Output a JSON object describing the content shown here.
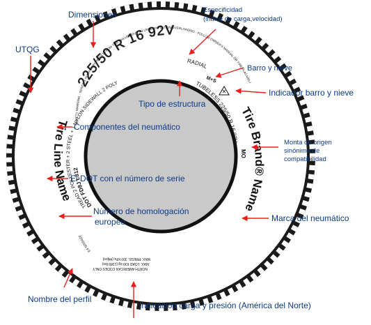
{
  "labels": {
    "dimensiones": "Dimensiones",
    "especificidad_1": "Especificidad",
    "especificidad_2": "(indice de carga,velocidad)",
    "utqg": "UTQG",
    "barro_nieve": "Barro y nieve",
    "tipo_estructura": "Tipo de estructura",
    "indicador_barro": "Indicador barro y nieve",
    "componentes": "Componentes del neumático",
    "monta_1": "Monta de origen",
    "monta_2": "sinónima de",
    "monta_3": "compatibilidad",
    "dot": "El DOT con el número de serie",
    "homologacion_1": "Número de homologación",
    "homologacion_2": "europeo",
    "marca": "Marca del neumático",
    "nombre_perfil": "Nombre del perfil",
    "carga_presion": "Indicación carga y presión (América del Norte)"
  },
  "sidewall": {
    "size": "225/50 R 16  92V",
    "warning_text": "SAFETY WARNING · SERIOUS INJURY MAY RESULT FROM TIRE FAILURE DUE TO UNDERINFLATION/OVERLOADING · FOLLOW OWNER'S MANUAL OR TIRE PLACARD IN VEHICLE",
    "radial": "RADIAL",
    "tubeless": "TUBELESS 225/50 R 16 92V",
    "ms": "M+S",
    "plies": "TREAD 2 POLYESTER + 2 STEEL + 1 NYLON  SIDEWALL 2 POLYESTER",
    "dot": "DOT FD8J L312",
    "homologation": "E4 0205429",
    "mo": "MO",
    "brand": "Tire Brand® Name",
    "line": "Tire Line Name",
    "na_1": "NORTH AMERICAN CODES ONLY",
    "na_2": "MAX. LOAD 630 kg (1389 lbs)",
    "na_3": "MAX. PRESS. 300 kPa (44psi)"
  },
  "colors": {
    "label": "#0b3a86",
    "arrow": "#e8201c",
    "tread": "#111111"
  }
}
